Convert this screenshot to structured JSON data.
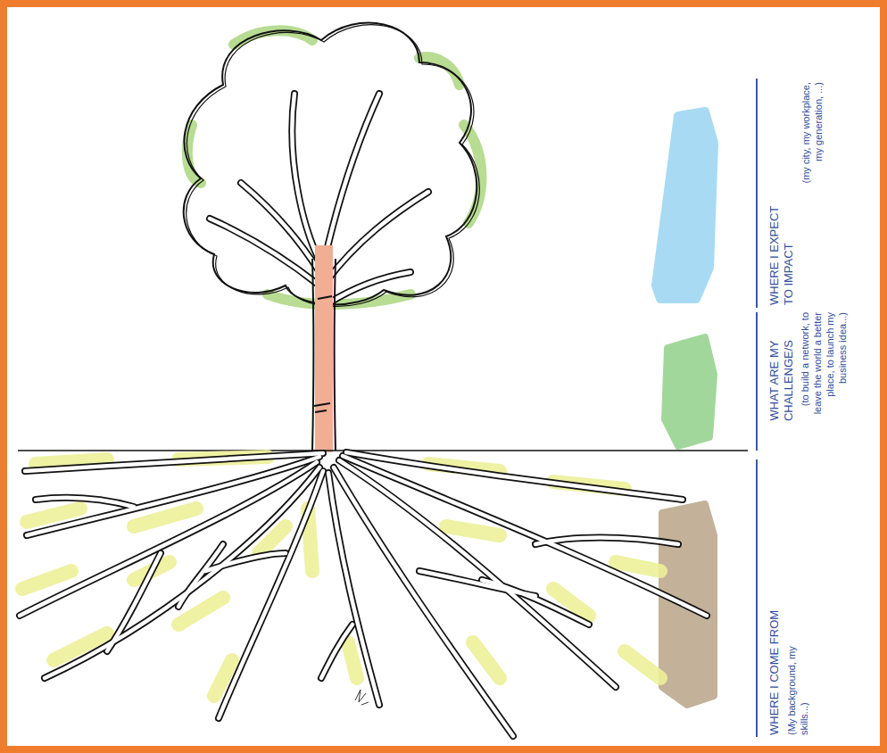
{
  "diagram": {
    "labels": [
      "WHERE I EXPECT TO IMPACT",
      "(my city, my workplace, my generation, ...)",
      "WHAT ARE MY CHALLENGE/S",
      "(to build a network, to leave the world a better place, to launch my business idea...)",
      "WHERE I COME FROM",
      "(My background, my skills...)"
    ]
  }
}
